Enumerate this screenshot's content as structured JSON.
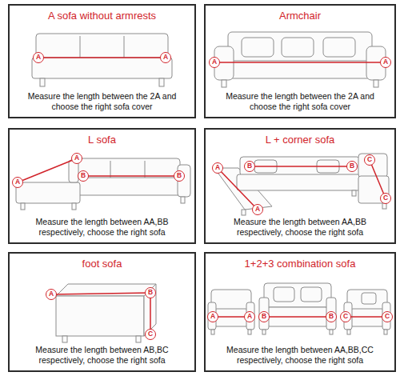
{
  "diagram": {
    "nodes": [
      {
        "text": [
          "A sofa without armrests",
          "Measure the length between the 2A and choose the right sofa cover"
        ]
      },
      {
        "text": [
          "Armchair",
          "Measure the length between the 2A and choose the right sofa cover"
        ]
      },
      {
        "text": [
          "L sofa",
          "Measure the length between AA,BB respectively, choose the right sofa"
        ]
      },
      {
        "text": [
          "L + corner sofa",
          "Measure the length between AA,BB respectively, choose the right sofa"
        ]
      },
      {
        "text": [
          "foot sofa",
          "Measure the length between AB,BC respectively, choose the right sofa"
        ]
      },
      {
        "text": [
          "1+2+3 combination sofa",
          "Measure the length between AA,BB,CC respectively, choose the right sofa"
        ]
      }
    ],
    "labels": [
      "A",
      "A",
      "A",
      "A",
      "A",
      "A",
      "B",
      "B",
      "A",
      "A",
      "B",
      "B",
      "C",
      "C",
      "A",
      "B",
      "C",
      "A",
      "A",
      "B",
      "B",
      "C",
      "C"
    ]
  }
}
